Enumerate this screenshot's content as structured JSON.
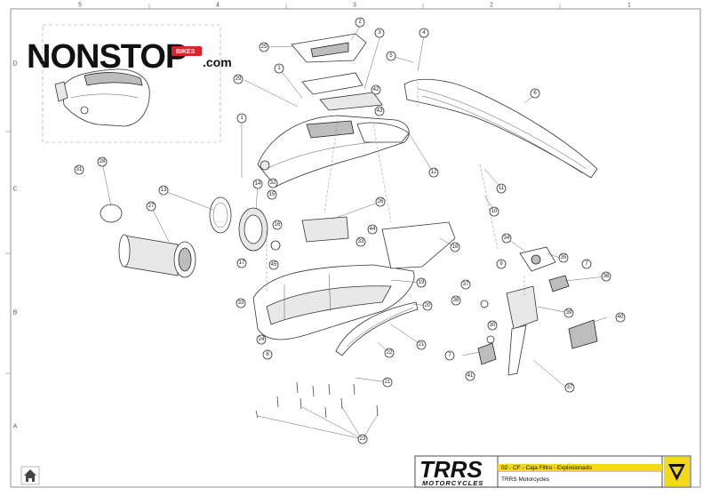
{
  "brand": {
    "watermark_main": "NONSTOP",
    "watermark_badge": "BIKES",
    "watermark_suffix": ".com",
    "manufacturer_logo": "TRRS",
    "manufacturer_logo_sub": "MOTORCYCLES"
  },
  "title_block": {
    "drawing_title": "02 - CF - Caja Filtro - Explosionado",
    "company": "TRRS Motorcycles",
    "accent_color": "#f2d91a"
  },
  "grid": {
    "columns": [
      "5",
      "4",
      "3",
      "2",
      "1"
    ],
    "rows": [
      "D",
      "C",
      "B",
      "A"
    ]
  },
  "callouts": [
    "1",
    "2",
    "3",
    "4",
    "5",
    "6",
    "7",
    "8",
    "9",
    "10",
    "11",
    "12",
    "13",
    "14",
    "15",
    "16",
    "17",
    "18",
    "19",
    "20",
    "21",
    "22",
    "23",
    "24",
    "25",
    "26",
    "27",
    "28",
    "29",
    "30",
    "31",
    "32",
    "33",
    "34",
    "35",
    "36",
    "37",
    "38",
    "39",
    "40",
    "41",
    "42",
    "43",
    "44",
    "45"
  ],
  "icons": {
    "home": "home-icon",
    "title_block_mark": "triangle-badge-icon"
  }
}
